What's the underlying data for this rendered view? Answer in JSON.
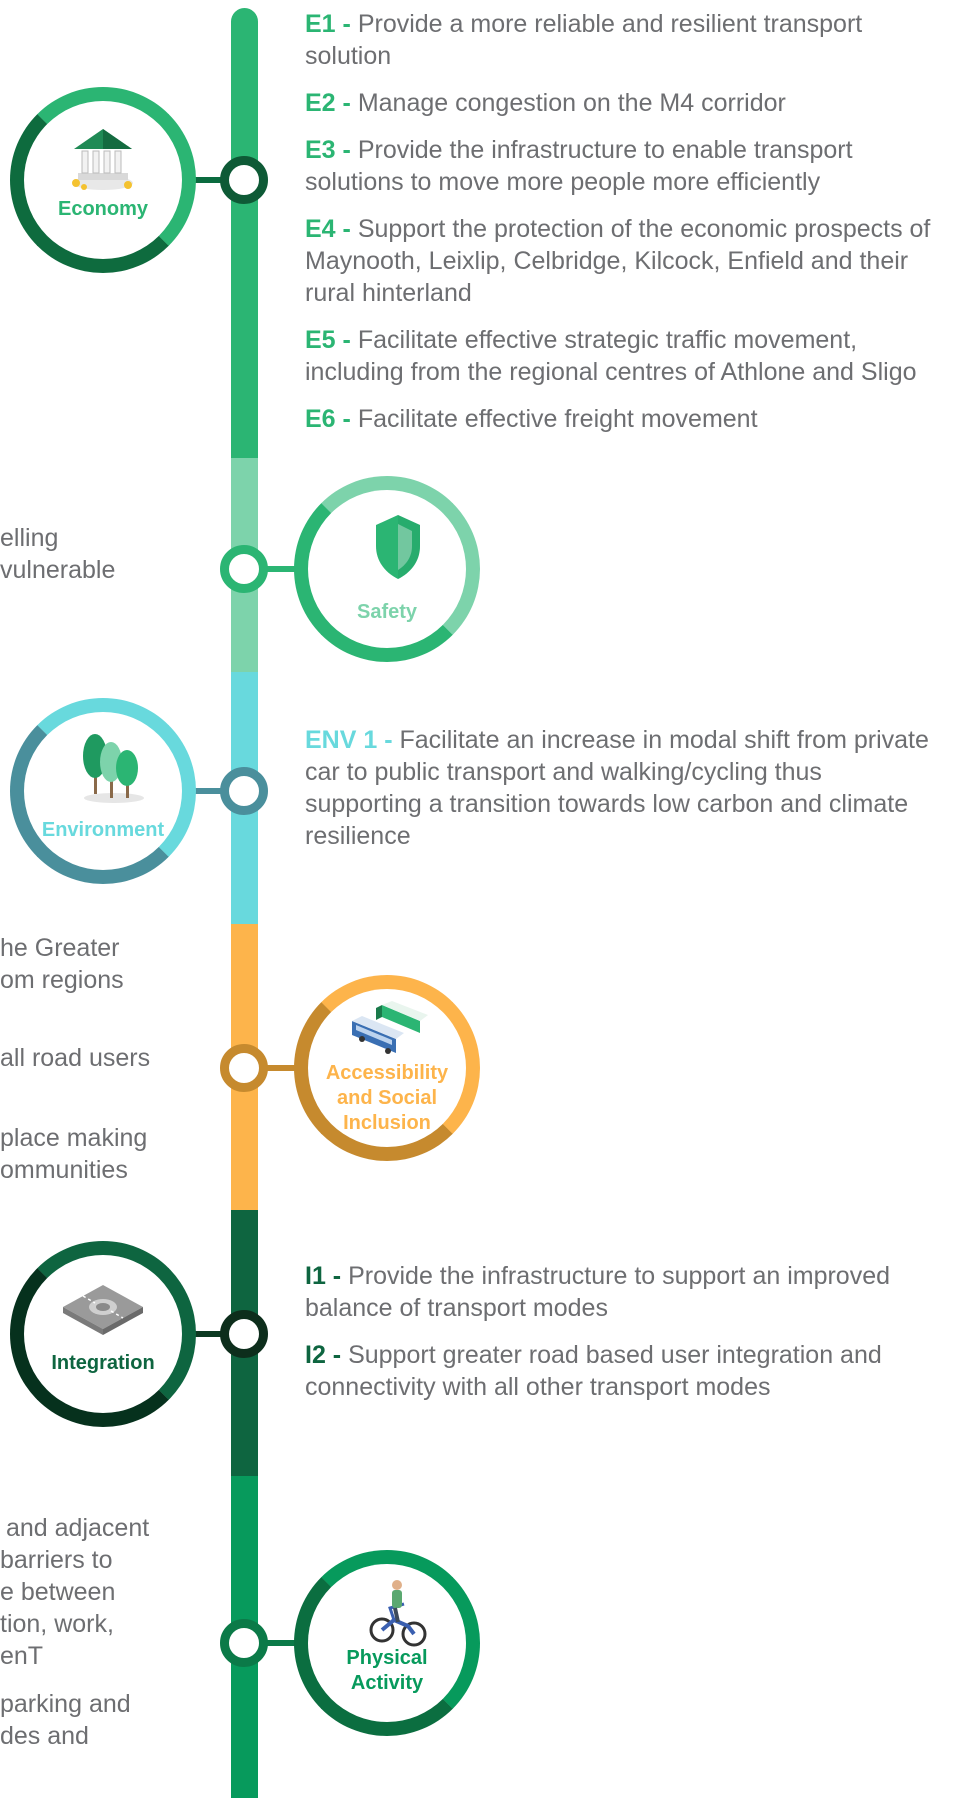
{
  "categories": {
    "economy": {
      "label": "Economy",
      "color": "#2bb573"
    },
    "safety": {
      "label": "Safety",
      "color": "#7dd3ab"
    },
    "environment": {
      "label": "Environment",
      "color": "#68d9dd"
    },
    "accessibility": {
      "label": "Accessibility and Social Inclusion",
      "label_lines": [
        "Accessibility",
        "and Social",
        "Inclusion"
      ],
      "color": "#fdb44b"
    },
    "integration": {
      "label": "Integration",
      "color": "#0e6540"
    },
    "physical": {
      "label": "Physical Activity",
      "label_lines": [
        "Physical",
        "Activity"
      ],
      "color": "#079a5c"
    }
  },
  "objectives": {
    "e1": {
      "code": "E1 -",
      "text": "Provide a more reliable and resilient transport solution"
    },
    "e2": {
      "code": "E2 -",
      "text": "Manage congestion on the M4 corridor"
    },
    "e3": {
      "code": "E3 -",
      "text": "Provide the infrastructure to enable transport solutions to move more people more efficiently"
    },
    "e4": {
      "code": "E4 -",
      "text": "Support the protection of the economic prospects of Maynooth, Leixlip, Celbridge, Kilcock, Enfield and their rural hinterland"
    },
    "e5": {
      "code": "E5 -",
      "text": "Facilitate effective strategic traffic movement, including from the regional centres of Athlone and Sligo"
    },
    "e6": {
      "code": "E6 -",
      "text": "Facilitate effective freight movement"
    },
    "env1": {
      "code": "ENV 1 -",
      "text": "Facilitate an increase in modal shift from private car to public transport and walking/cycling thus supporting a transition towards low carbon and climate resilience"
    },
    "i1": {
      "code": "I1 -",
      "text": "Provide the infrastructure to support an improved balance of transport modes"
    },
    "i2": {
      "code": "I2 -",
      "text": "Support greater road based user integration and connectivity with all other transport modes"
    }
  },
  "left_fragments": {
    "safety_1": "elling",
    "safety_2": "vulnerable",
    "acc_1": "he Greater",
    "acc_2": "om regions",
    "acc_3": "all road users",
    "acc_4": "place making",
    "acc_5": "ommunities",
    "pa_1": "and adjacent",
    "pa_2": "barriers to",
    "pa_3": "e between",
    "pa_4": "tion, work,",
    "pa_5": "enT",
    "pa_6": "parking and",
    "pa_7": "des and"
  }
}
